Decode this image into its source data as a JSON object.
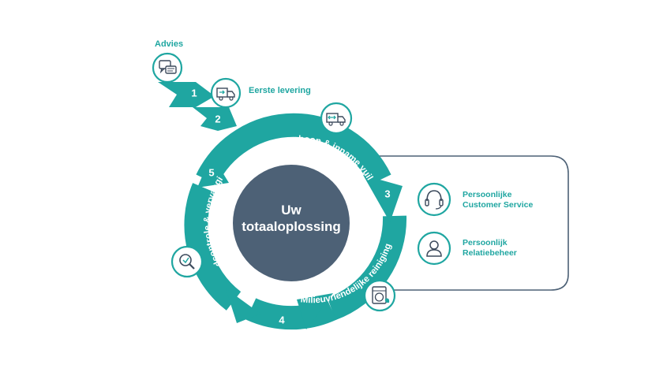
{
  "colors": {
    "teal": "#1fa6a1",
    "hub": "#4d6176",
    "panel_border": "#4d6176",
    "text_dark": "#3c4a5c",
    "white": "#ffffff"
  },
  "steps": {
    "advies": {
      "label": "Advies",
      "number": "1",
      "icon": "chat-icon"
    },
    "eerste_levering": {
      "label": "Eerste levering",
      "number": "2",
      "icon": "delivery-truck-icon"
    },
    "step3": {
      "label": "Uitlevering schoon & inname vuil",
      "number": "3",
      "icon": "exchange-truck-icon"
    },
    "step4": {
      "label": "Milieuvriendelijke reiniging",
      "number": "4",
      "icon": "washing-machine-icon"
    },
    "step5": {
      "label": "Eindcontrole & vervanging",
      "number": "5",
      "icon": "inspection-icon"
    }
  },
  "hub": {
    "line1": "Uw",
    "line2": "totaaloplossing"
  },
  "services": [
    {
      "line1": "Persoonlijke",
      "line2": "Customer Service",
      "icon": "headset-icon"
    },
    {
      "line1": "Persoonlijk",
      "line2": "Relatiebeheer",
      "icon": "person-icon"
    }
  ]
}
